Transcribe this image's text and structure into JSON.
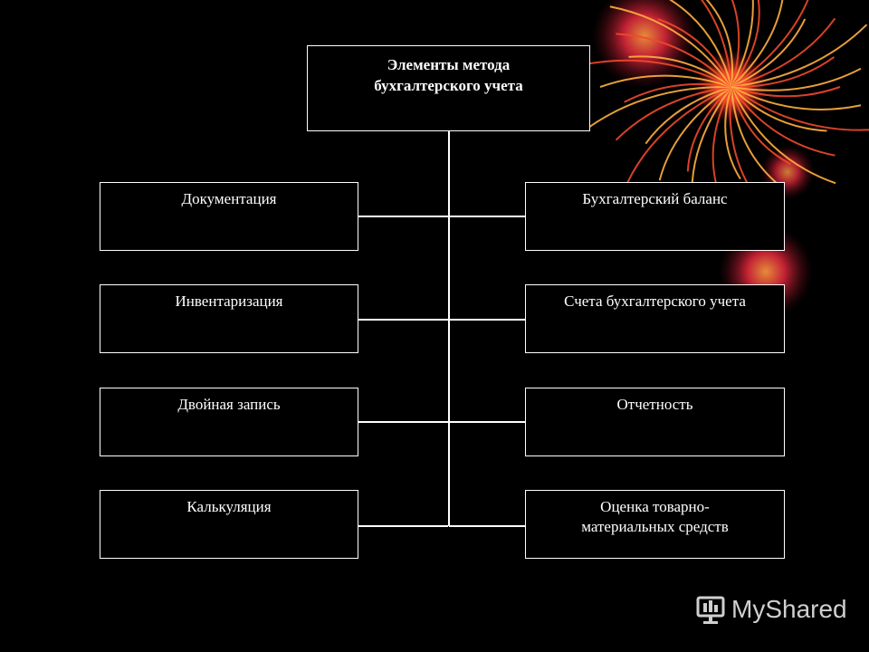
{
  "diagram": {
    "root": {
      "line1": "Элементы метода",
      "line2": "бухгалтерского учета"
    },
    "left": [
      {
        "label": "Документация"
      },
      {
        "label": "Инвентаризация"
      },
      {
        "label": "Двойная запись"
      },
      {
        "label": "Калькуляция"
      }
    ],
    "right": [
      {
        "label": "Бухгалтерский баланс"
      },
      {
        "label": "Счета бухгалтерского учета"
      },
      {
        "label": "Отчетность"
      },
      {
        "label_line1": "Оценка товарно-",
        "label_line2": "материальных средств"
      }
    ]
  },
  "watermark": {
    "text": "MyShared"
  },
  "colors": {
    "background": "#000000",
    "lines": "#ffffff",
    "text": "#ffffff",
    "firework": "#e8432a"
  }
}
